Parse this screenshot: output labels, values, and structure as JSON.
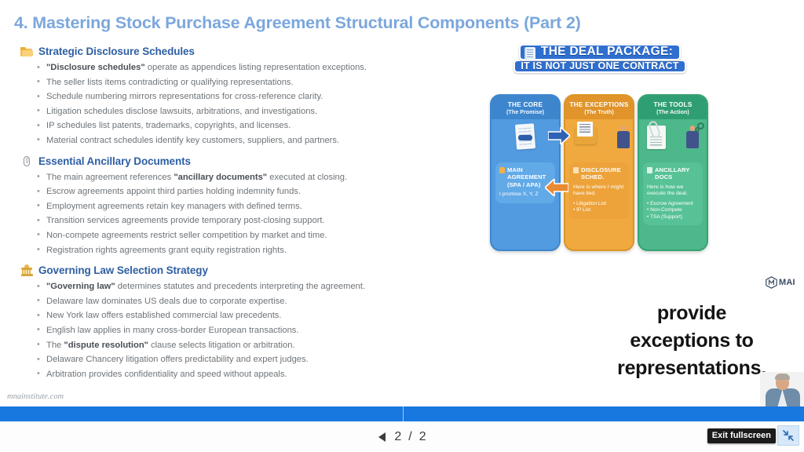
{
  "slide": {
    "title": "4. Mastering Stock Purchase Agreement Structural Components (Part 2)",
    "watermark": "mnainstitute.com",
    "title_color": "#7BA7DC",
    "heading_color": "#2E5FA3"
  },
  "sections": [
    {
      "icon": "folder-icon",
      "title": "Strategic Disclosure Schedules",
      "bullets": [
        {
          "bold": "\"Disclosure schedules\"",
          "rest": " operate as appendices listing representation exceptions."
        },
        {
          "bold": "",
          "rest": "The seller lists items contradicting or qualifying representations."
        },
        {
          "bold": "",
          "rest": "Schedule numbering mirrors representations for cross-reference clarity."
        },
        {
          "bold": "",
          "rest": "Litigation schedules disclose lawsuits, arbitrations, and investigations."
        },
        {
          "bold": "",
          "rest": "IP schedules list patents, trademarks, copyrights, and licenses."
        },
        {
          "bold": "",
          "rest": "Material contract schedules identify key customers, suppliers, and partners."
        }
      ]
    },
    {
      "icon": "paperclip-icon",
      "title": "Essential Ancillary Documents",
      "bullets": [
        {
          "pre": "The main agreement references ",
          "bold": "\"ancillary documents\"",
          "rest": " executed at closing."
        },
        {
          "bold": "",
          "rest": "Escrow agreements appoint third parties holding indemnity funds."
        },
        {
          "bold": "",
          "rest": "Employment agreements retain key managers with defined terms."
        },
        {
          "bold": "",
          "rest": "Transition services agreements provide temporary post-closing support."
        },
        {
          "bold": "",
          "rest": "Non-compete agreements restrict seller competition by market and time."
        },
        {
          "bold": "",
          "rest": "Registration rights agreements grant equity registration rights."
        }
      ]
    },
    {
      "icon": "courthouse-icon",
      "title": "Governing Law Selection Strategy",
      "bullets": [
        {
          "bold": "\"Governing law\"",
          "rest": " determines statutes and precedents interpreting the agreement."
        },
        {
          "bold": "",
          "rest": "Delaware law dominates US deals due to corporate expertise."
        },
        {
          "bold": "",
          "rest": "New York law offers established commercial law precedents."
        },
        {
          "bold": "",
          "rest": "English law applies in many cross-border European transactions."
        },
        {
          "pre": "The ",
          "bold": "\"dispute resolution\"",
          "rest": " clause selects litigation or arbitration."
        },
        {
          "bold": "",
          "rest": "Delaware Chancery litigation offers predictability and expert judges."
        },
        {
          "bold": "",
          "rest": "Arbitration provides confidentiality and speed without appeals."
        }
      ]
    }
  ],
  "infographic": {
    "banner_line1": "THE DEAL PACKAGE:",
    "banner_line2": "IT IS NOT JUST ONE CONTRACT",
    "cards": [
      {
        "key": "core",
        "head_title": "THE CORE",
        "head_sub": "(The Promise)",
        "body_title": "MAIN AGREEMENT (SPA / APA)",
        "body_sub": "I promise X, Y, Z",
        "body_list": [],
        "color": "#539BE0"
      },
      {
        "key": "exc",
        "head_title": "THE EXCEPTIONS",
        "head_sub": "(The Truth)",
        "body_title": "DISCLOSURE SCHED.",
        "body_sub": "Here is where I might have lied.",
        "body_list": [
          "Litigation List",
          "IP List"
        ],
        "color": "#F0A93E"
      },
      {
        "key": "tool",
        "head_title": "THE TOOLS",
        "head_sub": "(The Action)",
        "body_title": "ANCILLARY DOCS",
        "body_sub": "Here is how we execute the deal.",
        "body_list": [
          "Escrow Agreement",
          "Non-Compete",
          "TSA (Support)"
        ],
        "color": "#4DB98A"
      }
    ]
  },
  "caption": {
    "line1": "provide",
    "line2": "exceptions to",
    "line3": "representations."
  },
  "brand": {
    "name": "MAI"
  },
  "player": {
    "page_current": "2",
    "page_separator": "/",
    "page_total": "2",
    "prev_icon": "triangle-left-icon",
    "fullscreen_tooltip": "Exit fullscreen",
    "fullscreen_icon": "exit-fullscreen-icon",
    "progress_color": "#1878E0",
    "segments": 2
  }
}
